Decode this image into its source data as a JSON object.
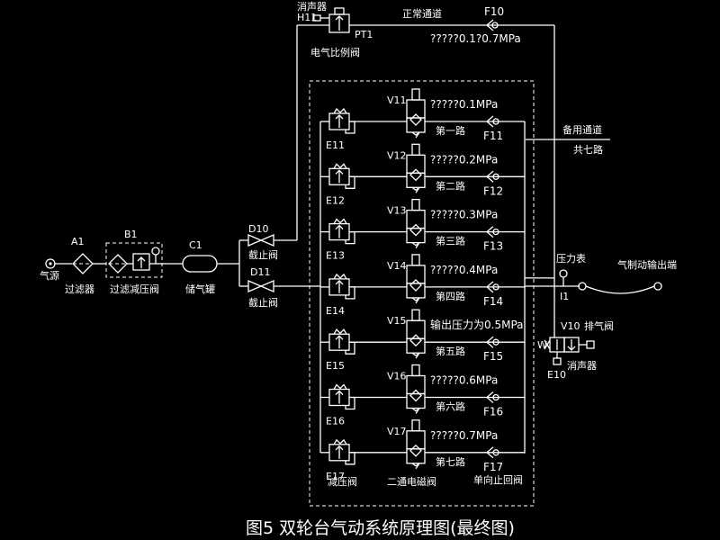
{
  "caption": "图5    双轮台气动系统原理图(最终图)",
  "labels": {
    "gas_source": "气源",
    "A1": "A1",
    "filter": "过滤器",
    "B1": "B1",
    "filter_reducer": "过滤减压阀",
    "C1": "C1",
    "tank": "储气罐",
    "D10": "D10",
    "D11": "D11",
    "stop_valve_1": "截止阀",
    "stop_valve_2": "截止阀",
    "H11": "H11",
    "muffler_top": "消声器",
    "PT1": "PT1",
    "proportional_valve": "电气比例阀",
    "normal_channel": "正常通道",
    "F10": "F10",
    "range": "?????0.1?0.7MPa",
    "backup_channel": "备用通道",
    "seven_way": "共七路",
    "pressure_gauge": "压力表",
    "I1": "I1",
    "output": "气制动输出端",
    "V10": "V10",
    "exhaust_valve": "排气阀",
    "muffler_bottom": "消声器",
    "E10": "E10",
    "reducer_label": "减压阀",
    "solenoid_label": "二通电磁阀",
    "check_label": "单向止回阀"
  },
  "branches": [
    {
      "reducer": "E11",
      "valve": "V11",
      "pressure": "?????0.1MPa",
      "route": "第一路",
      "check": "F11"
    },
    {
      "reducer": "E12",
      "valve": "V12",
      "pressure": "?????0.2MPa",
      "route": "第二路",
      "check": "F12"
    },
    {
      "reducer": "E13",
      "valve": "V13",
      "pressure": "?????0.3MPa",
      "route": "第三路",
      "check": "F13"
    },
    {
      "reducer": "E14",
      "valve": "V14",
      "pressure": "?????0.4MPa",
      "route": "第四路",
      "check": "F14"
    },
    {
      "reducer": "E15",
      "valve": "V15",
      "pressure": "输出压力为0.5MPa",
      "route": "第五路",
      "check": "F15"
    },
    {
      "reducer": "E16",
      "valve": "V16",
      "pressure": "?????0.6MPa",
      "route": "第六路",
      "check": "F16"
    },
    {
      "reducer": "E17",
      "valve": "V17",
      "pressure": "?????0.7MPa",
      "route": "第七路",
      "check": "F17"
    }
  ]
}
